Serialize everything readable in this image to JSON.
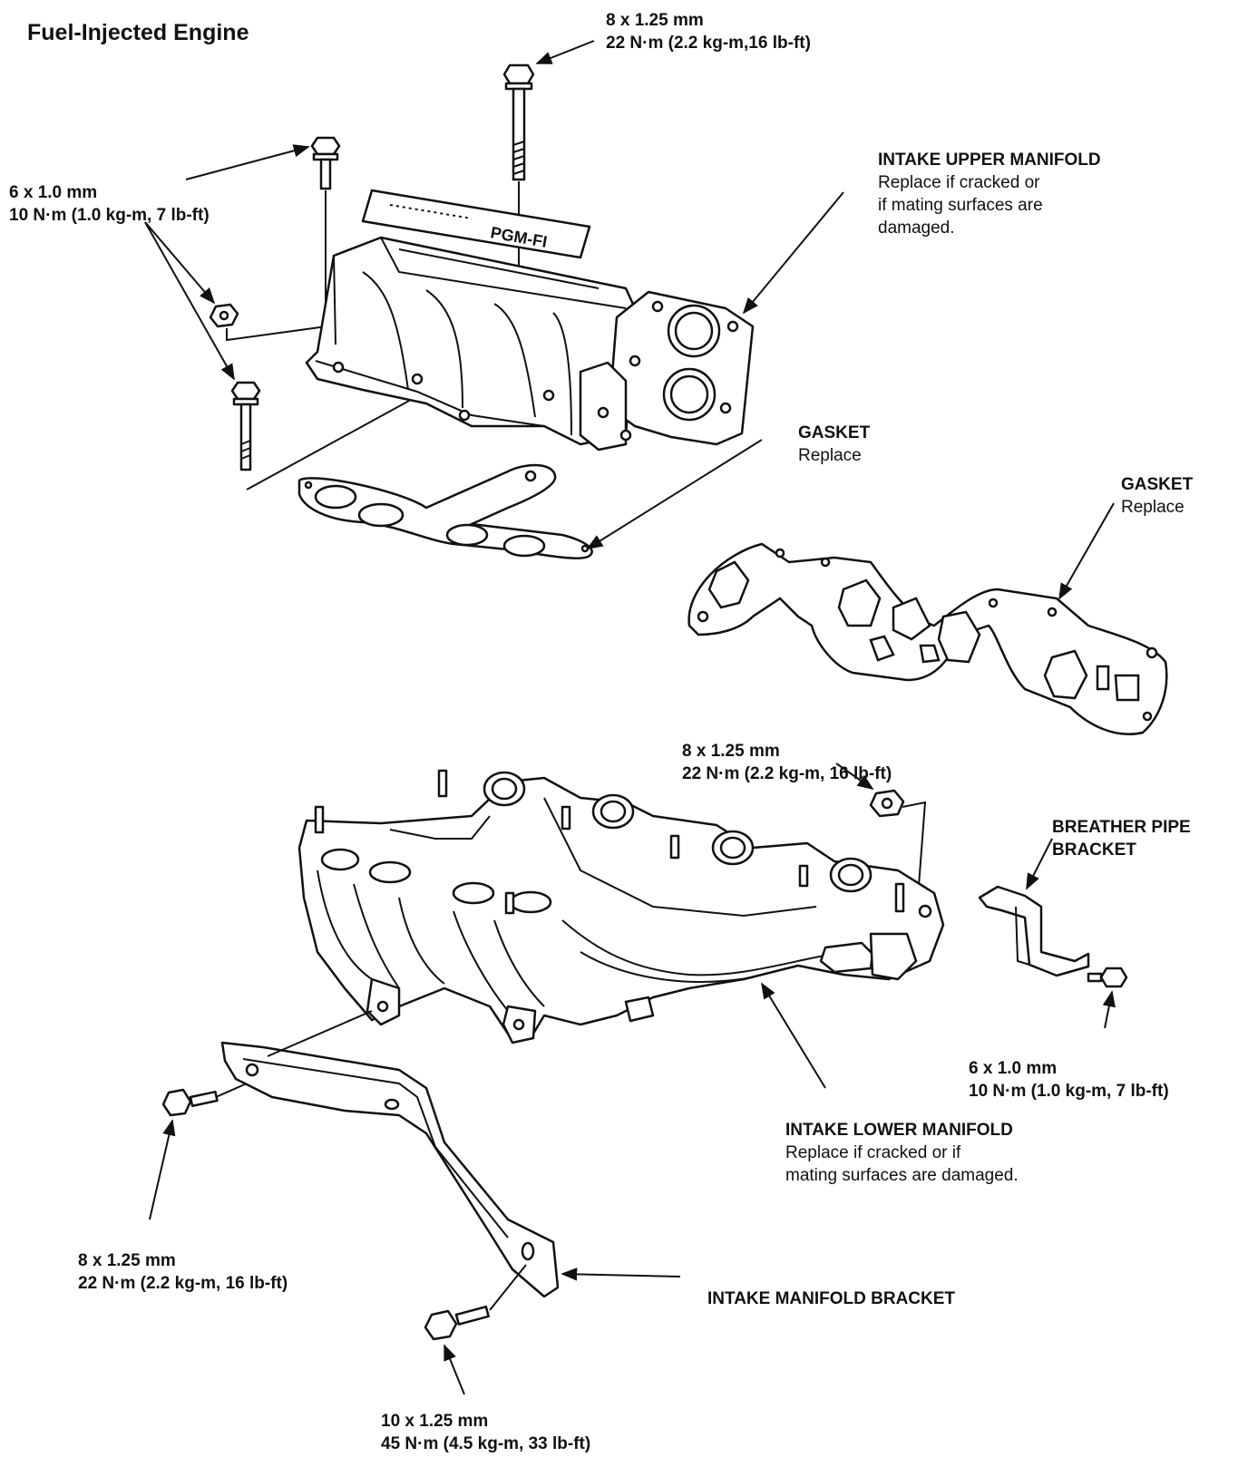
{
  "title": "Fuel-Injected Engine",
  "labels": {
    "top_bolt": {
      "size": "8 x 1.25 mm",
      "torque": "22 N·m (2.2 kg-m,16 lb-ft)"
    },
    "left_bolt": {
      "size": "6 x 1.0 mm",
      "torque": "10 N·m (1.0 kg-m, 7 lb-ft)"
    },
    "upper_manifold": {
      "name": "INTAKE UPPER MANIFOLD",
      "note1": "Replace if cracked or",
      "note2": "if mating surfaces are",
      "note3": "damaged."
    },
    "gasket_upper": {
      "name": "GASKET",
      "note": "Replace"
    },
    "gasket_lower": {
      "name": "GASKET",
      "note": "Replace"
    },
    "mid_nut": {
      "size": "8 x 1.25 mm",
      "torque": "22 N·m (2.2 kg-m, 16 lb-ft)"
    },
    "breather": {
      "line1": "BREATHER PIPE",
      "line2": "BRACKET"
    },
    "breather_bolt": {
      "size": "6 x 1.0 mm",
      "torque": "10 N·m (1.0 kg-m, 7 lb-ft)"
    },
    "lower_manifold": {
      "name": "INTAKE LOWER MANIFOLD",
      "note1": "Replace if cracked or if",
      "note2": "mating surfaces are damaged."
    },
    "bracket_bolt": {
      "size": "8 x 1.25 mm",
      "torque": "22 N·m (2.2 kg-m, 16 lb-ft)"
    },
    "manifold_bracket": {
      "name": "INTAKE MANIFOLD BRACKET"
    },
    "bottom_bolt": {
      "size": "10 x 1.25 mm",
      "torque": "45 N·m (4.5 kg-m, 33 lb-ft)"
    }
  },
  "plate_text": "PGM-FI"
}
